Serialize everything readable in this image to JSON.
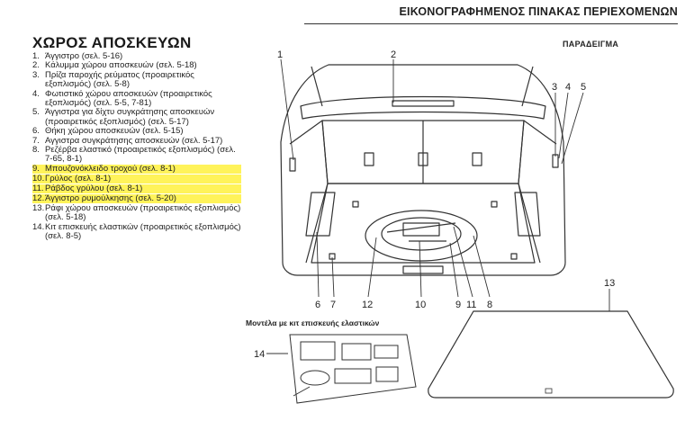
{
  "header": {
    "title": "ΕΙΚΟΝΟΓΡΑΦΗΜΕΝΟΣ ΠΙΝΑΚΑΣ ΠΕΡΙΕΧΟΜΕΝΩΝ"
  },
  "section": {
    "title": "ΧΩΡΟΣ ΑΠΟΣΚΕΥΩΝ",
    "example_label": "ΠΑΡΑΔΕΙΓΜΑ"
  },
  "items": [
    {
      "num": "1.",
      "text": "Άγγιστρο (σελ. 5-16)"
    },
    {
      "num": "2.",
      "text": "Κάλυμμα χώρου αποσκευών (σελ. 5-18)"
    },
    {
      "num": "3.",
      "text": "Πρίζα παροχής ρεύματος (προαιρετικός εξοπλισμός) (σελ. 5-8)"
    },
    {
      "num": "4.",
      "text": "Φωτιστικό χώρου αποσκευών (προαιρετικός εξοπλισμός) (σελ. 5-5, 7-81)"
    },
    {
      "num": "5.",
      "text": "Άγγιστρα για δίχτυ συγκράτησης αποσκευών (προαιρετικός εξοπλισμός) (σελ. 5-17)"
    },
    {
      "num": "6.",
      "text": "Θήκη χώρου αποσκευών (σελ. 5-15)"
    },
    {
      "num": "7.",
      "text": "Αγγιστρα συγκράτησης αποσκευών (σελ. 5-17)"
    },
    {
      "num": "8.",
      "text": "Ρεζέρβα ελαστικό (προαιρετικός εξοπλισμός) (σελ. 7-65, 8-1)"
    },
    {
      "num": "9.",
      "text": "Μπουζονόκλειδο τροχού (σελ. 8-1)"
    },
    {
      "num": "10.",
      "text": "Γρύλος (σελ. 8-1)"
    },
    {
      "num": "11.",
      "text": "Ράβδος γρύλου (σελ. 8-1)"
    },
    {
      "num": "12.",
      "text": "Άγγιστρο ρυμούλκησης (σελ. 5-20)"
    },
    {
      "num": "13.",
      "text": "Ράφι χώρου αποσκευών (προαιρετικός εξοπλισμός) (σελ. 5-18)"
    },
    {
      "num": "14.",
      "text": "Κιτ επισκευής ελαστικών (προαιρετικός εξοπλισμός) (σελ. 8-5)"
    }
  ],
  "highlighted_items": [
    "9.",
    "10.",
    "11.",
    "12."
  ],
  "highlight_color": "#fff35a",
  "figure": {
    "subheading": "Μοντέλα με κιτ επισκευής ελαστικών",
    "callouts": {
      "c1": "1",
      "c2": "2",
      "c3": "3",
      "c4": "4",
      "c5": "5",
      "c6": "6",
      "c7": "7",
      "c12": "12",
      "c10": "10",
      "c9": "9",
      "c11": "11",
      "c8": "8",
      "c13": "13",
      "c14": "14"
    }
  }
}
